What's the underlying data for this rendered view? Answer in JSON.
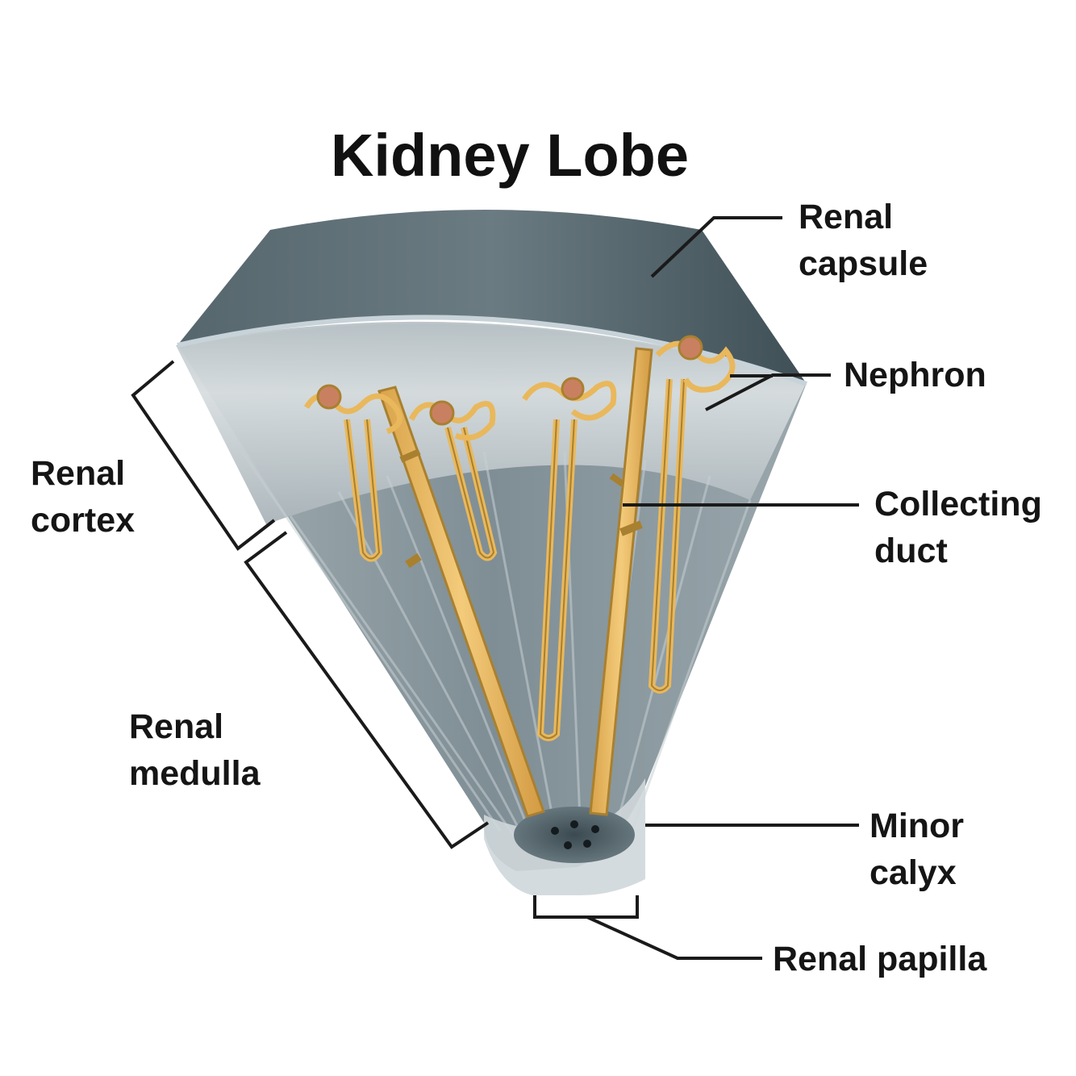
{
  "title": "Kidney Lobe",
  "labels": {
    "renal_capsule": [
      "Renal",
      "capsule"
    ],
    "nephron": "Nephron",
    "collecting_duct": [
      "Collecting",
      "duct"
    ],
    "minor_calyx": [
      "Minor",
      "calyx"
    ],
    "renal_papilla": "Renal papilla",
    "renal_cortex": [
      "Renal",
      "cortex"
    ],
    "renal_medulla": [
      "Renal",
      "medulla"
    ]
  },
  "colors": {
    "capsule": "#46585f",
    "tissue": "#8f9ca2",
    "duct": "#e9b85c",
    "duct_outline": "#a9802f",
    "glomerulus": "#c98060",
    "leader": "#1a1a1a"
  }
}
